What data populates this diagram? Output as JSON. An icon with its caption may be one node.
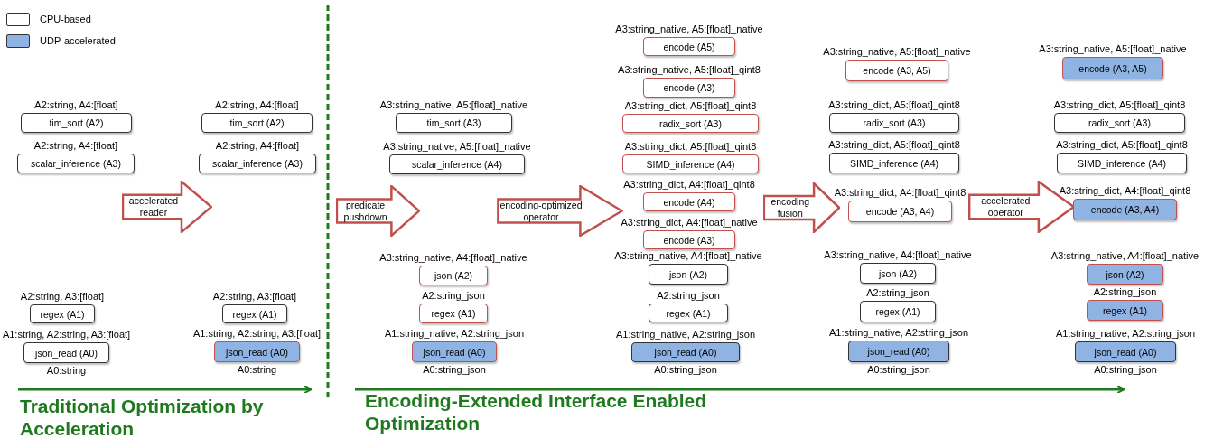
{
  "diagram": {
    "nodes": [
      {
        "text": [
          "tim_sort (A2)"
        ],
        "beside": [
          "A2:string, A4:[float]"
        ]
      },
      {
        "text": [
          "scalar_inference (A3)"
        ],
        "beside": [
          "A2:string, A4:[float]"
        ]
      },
      {
        "text": [
          "regex (A1)"
        ],
        "beside": [
          "A2:string, A3:[float]"
        ]
      },
      {
        "text": [
          "json_read (A0)"
        ],
        "beside": [
          "A1:string, A2:string, A3:[float]",
          "A0:string"
        ]
      },
      {
        "text": [
          "accelerated reader"
        ]
      },
      {
        "text": [
          "tim_sort (A2)"
        ],
        "beside": [
          "A2:string, A4:[float]"
        ]
      },
      {
        "text": [
          "scalar_inference (A3)"
        ],
        "beside": [
          "A2:string, A4:[float]"
        ]
      },
      {
        "text": [
          "regex (A1)"
        ],
        "beside": [
          "A2:string, A3:[float]"
        ]
      },
      {
        "text": [
          "json_read (A0)"
        ],
        "beside": [
          "A1:string, A2:string, A3:[float]",
          "A0:string"
        ]
      },
      {
        "text": [
          "predicate pushdown"
        ]
      },
      {
        "text": [
          "tim_sort (A3)"
        ],
        "beside": [
          "A3:string_native, A5:[float]_native"
        ]
      },
      {
        "text": [
          "scalar_inference (A4)"
        ],
        "beside": [
          "A3:string_native, A5:[float]_native"
        ]
      },
      {
        "text": [
          "json (A2)"
        ],
        "beside": [
          "A3:string_native, A4:[float]_native"
        ]
      },
      {
        "text": [
          "regex (A1)"
        ],
        "beside": [
          "A2:string_json"
        ]
      },
      {
        "text": [
          "json_read (A0)"
        ],
        "beside": [
          "A1:string_native, A2:string_json",
          "A0:string_json"
        ]
      },
      {
        "text": [
          "encoding-optimized operator"
        ]
      },
      {
        "text": [
          "encode (A5)"
        ],
        "beside": [
          "A3:string_native, A5:[float]_native"
        ]
      },
      {
        "text": [
          "encode (A3)"
        ],
        "beside": [
          "A3:string_native, A5:[float]_qint8"
        ]
      },
      {
        "text": [
          "radix_sort (A3)"
        ],
        "beside": [
          "A3:string_dict, A5:[float]_qint8"
        ]
      },
      {
        "text": [
          "SIMD_inference (A4)"
        ],
        "beside": [
          "A3:string_dict, A5:[float]_qint8"
        ]
      },
      {
        "text": [
          "encode (A4)"
        ],
        "beside": [
          "A3:string_dict, A4:[float]_qint8"
        ]
      },
      {
        "text": [
          "encode (A3)"
        ],
        "beside": [
          "A3:string_dict, A4:[float]_native"
        ]
      },
      {
        "text": [
          "json (A2)"
        ],
        "beside": [
          "A3:string_native, A4:[float]_native"
        ]
      },
      {
        "text": [
          "regex (A1)"
        ],
        "beside": [
          "A2:string_json"
        ]
      },
      {
        "text": [
          "json_read (A0)"
        ],
        "beside": [
          "A1:string_native, A2:string_json",
          "A0:string_json"
        ]
      },
      {
        "text": [
          "encoding fusion"
        ]
      },
      {
        "text": [
          "encode (A3, A5)"
        ],
        "beside": [
          "A3:string_native, A5:[float]_native"
        ]
      },
      {
        "text": [
          "radix_sort (A3)"
        ],
        "beside": [
          "A3:string_dict, A5:[float]_qint8"
        ]
      },
      {
        "text": [
          "SIMD_inference (A4)"
        ],
        "beside": [
          "A3:string_dict, A5:[float]_qint8"
        ]
      },
      {
        "text": [
          "encode (A3, A4)"
        ],
        "beside": [
          "A3:string_dict, A4:[float]_qint8"
        ]
      },
      {
        "text": [
          "json (A2)"
        ],
        "beside": [
          "A3:string_native, A4:[float]_native"
        ]
      },
      {
        "text": [
          "regex (A1)"
        ],
        "beside": [
          "A2:string_json"
        ]
      },
      {
        "text": [
          "json_read (A0)"
        ],
        "beside": [
          "A1:string_native, A2:string_json",
          "A0:string_json"
        ]
      },
      {
        "text": [
          "accelerated operator"
        ]
      },
      {
        "text": [
          "encode (A3, A5)"
        ],
        "beside": [
          "A3:string_native, A5:[float]_native"
        ]
      },
      {
        "text": [
          "radix_sort (A3)"
        ],
        "beside": [
          "A3:string_dict, A5:[float]_qint8"
        ]
      },
      {
        "text": [
          "SIMD_inference (A4)"
        ],
        "beside": [
          "A3:string_dict, A5:[float]_qint8"
        ]
      },
      {
        "text": [
          "encode (A3, A4)"
        ],
        "beside": [
          "A3:string_dict, A4:[float]_qint8"
        ]
      },
      {
        "text": [
          "json (A2)"
        ],
        "beside": [
          "A3:string_native, A4:[float]_native"
        ]
      },
      {
        "text": [
          "regex (A1)"
        ],
        "beside": [
          "A2:string_json"
        ]
      },
      {
        "text": [
          "json_read (A0)"
        ],
        "beside": [
          "A1:string_native, A2:string_json",
          "A0:string_json"
        ]
      }
    ],
    "labels": [
      "Traditional Optimization by Acceleration",
      "Encoding-Extended Interface Enabled Optimization"
    ],
    "legend": [
      {
        "text": "CPU-based",
        "color": "#ffffff"
      },
      {
        "text": "UDP-accelerated",
        "color": "#8fb4e3"
      }
    ]
  }
}
